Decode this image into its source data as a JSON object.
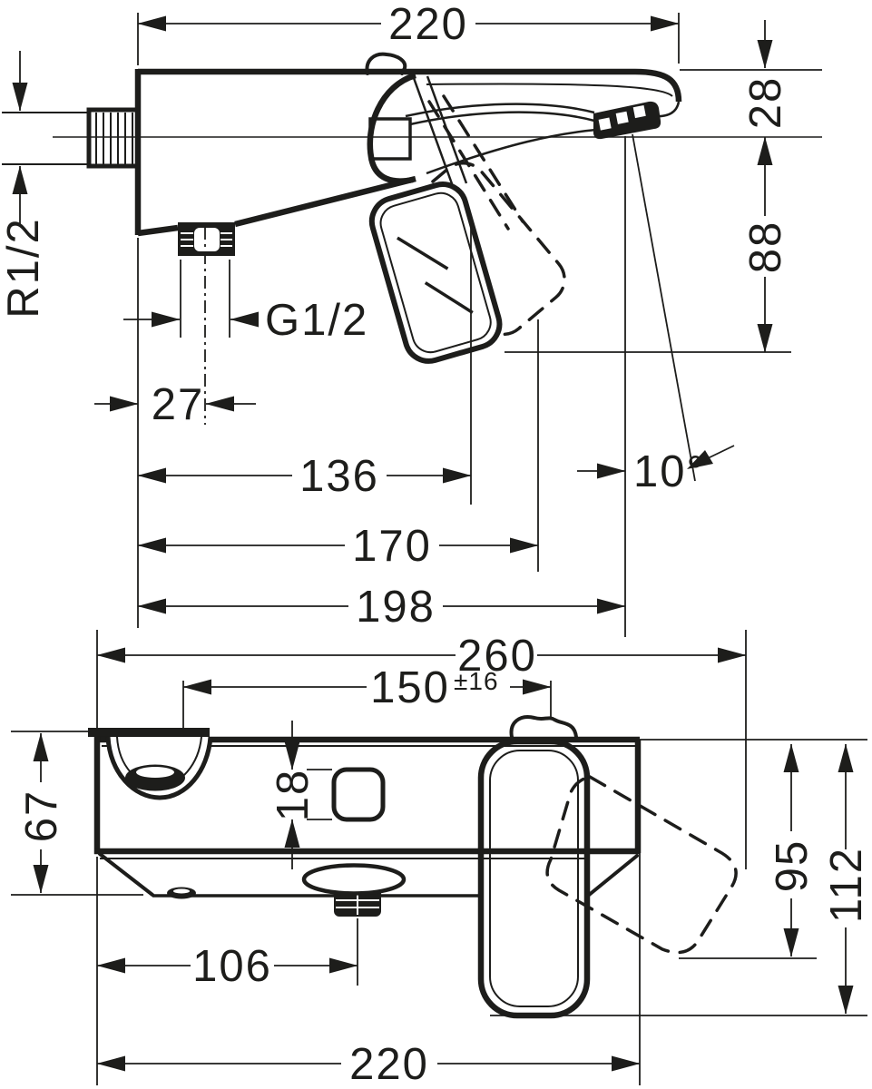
{
  "drawing": {
    "background": "#ffffff",
    "line_color": "#1d1d1b"
  },
  "top_view": {
    "dims": {
      "overall_length": "220",
      "spout_drop": "28",
      "below_axis": "88",
      "wall_thread": "R1/2",
      "outlet_thread": "G1/2",
      "outlet_offset": "27",
      "handle_distance": "136",
      "handle_reach": "170",
      "spout_reach": "198",
      "spout_angle": "10°"
    }
  },
  "bottom_view": {
    "dims": {
      "overall_depth": "260",
      "connection_spacing": "150",
      "connection_tolerance": "±16",
      "body_height": "67",
      "cutout_width": "18",
      "handle_open_depth": "95",
      "overall_handle_depth": "112",
      "outlet_distance": "106",
      "body_depth": "220"
    }
  }
}
